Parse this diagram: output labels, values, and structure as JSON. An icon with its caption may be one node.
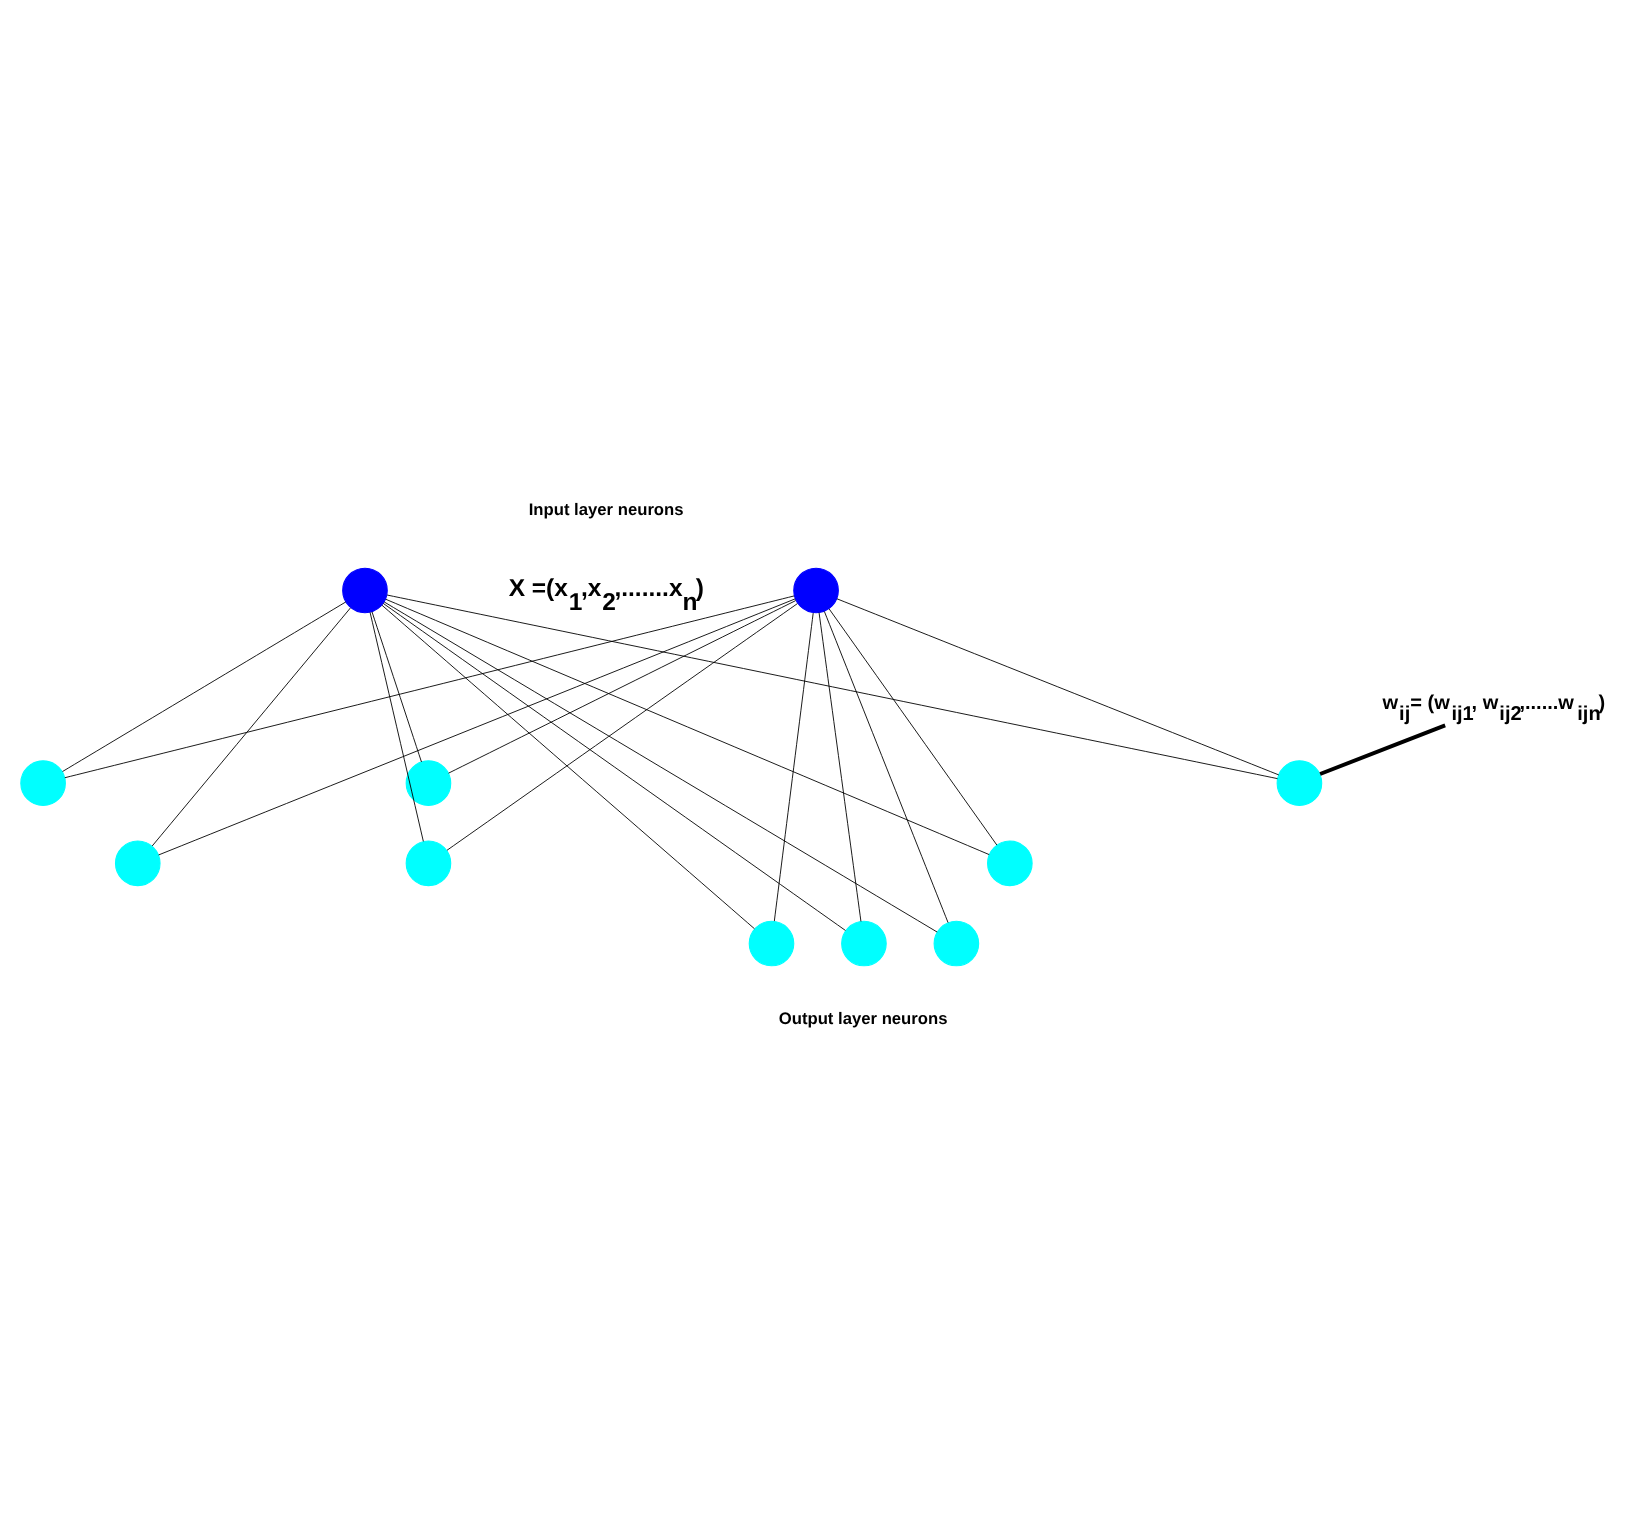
{
  "diagram": {
    "nodes": [
      {
        "text": [],
        "shape": "circle"
      },
      {
        "text": [],
        "shape": "circle"
      },
      {
        "text": [
          "w$_{ij}$= (w$_{ij1}$, w$_{ij2}$,......w$_{ijn}$)"
        ]
      },
      {
        "text": [],
        "shape": "circle"
      },
      {
        "text": [],
        "shape": "circle"
      },
      {
        "text": [],
        "shape": "circle"
      },
      {
        "text": [],
        "shape": "circle"
      },
      {
        "text": [],
        "shape": "circle"
      },
      {
        "text": [],
        "shape": "circle"
      },
      {
        "text": [],
        "shape": "circle"
      },
      {
        "text": [],
        "shape": "circle"
      },
      {
        "text": [],
        "shape": "circle"
      }
    ],
    "edges": [
      {
        "from": 0,
        "to": 3,
        "arrow": "none"
      },
      {
        "from": 0,
        "to": 4,
        "arrow": "none"
      },
      {
        "from": 0,
        "to": 5,
        "arrow": "none"
      },
      {
        "from": 0,
        "to": 6,
        "arrow": "none"
      },
      {
        "from": 0,
        "to": 7,
        "arrow": "none"
      },
      {
        "from": 0,
        "to": 8,
        "arrow": "none"
      },
      {
        "from": 0,
        "to": 9,
        "arrow": "none"
      },
      {
        "from": 0,
        "to": 10,
        "arrow": "none"
      },
      {
        "from": 0,
        "to": 11,
        "arrow": "none"
      },
      {
        "from": 1,
        "to": 3,
        "arrow": "none"
      },
      {
        "from": 1,
        "to": 4,
        "arrow": "none"
      },
      {
        "from": 1,
        "to": 5,
        "arrow": "none"
      },
      {
        "from": 1,
        "to": 6,
        "arrow": "none"
      },
      {
        "from": 1,
        "to": 7,
        "arrow": "none"
      },
      {
        "from": 1,
        "to": 8,
        "arrow": "none"
      },
      {
        "from": 1,
        "to": 9,
        "arrow": "none"
      },
      {
        "from": 1,
        "to": 10,
        "arrow": "none"
      },
      {
        "from": 1,
        "to": 11,
        "arrow": "none"
      },
      {
        "from": 2,
        "to": 5,
        "arrow": "none",
        "style": "thick"
      }
    ],
    "labels": [
      "Input layer neurons",
      "X =(x$_{1}$,x$_{2}$,.......x$_{n}$)",
      "Output layer neurons"
    ]
  }
}
